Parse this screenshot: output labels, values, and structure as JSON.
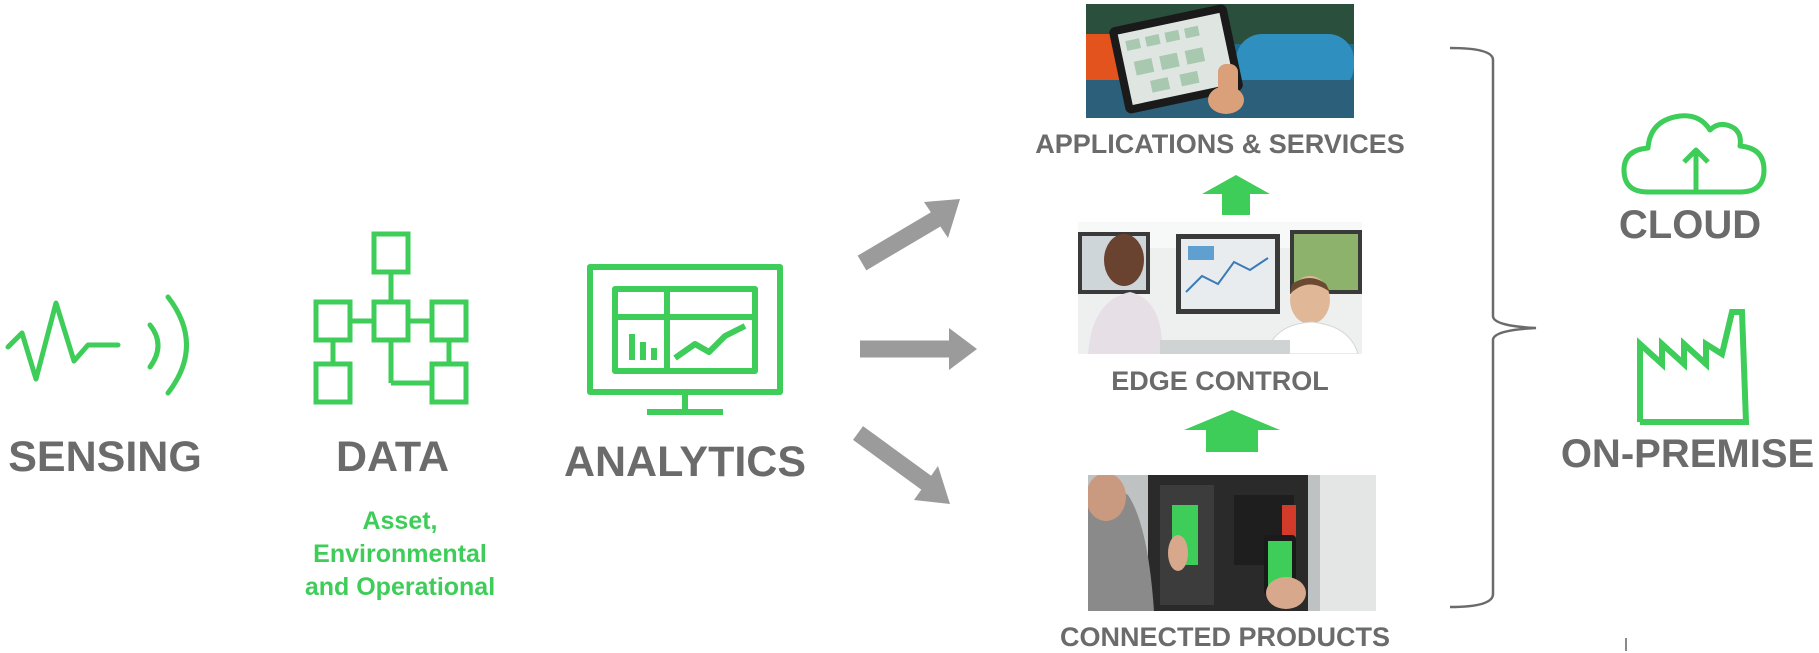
{
  "colors": {
    "accent": "#3dcd58",
    "label": "#6b6b6b",
    "arrow": "#9b9b9b"
  },
  "stages": {
    "sensing": {
      "label": "SENSING",
      "icon": "sensor-wave-icon"
    },
    "data": {
      "label": "DATA",
      "icon": "network-diagram-icon",
      "subtitle_lines": [
        "Asset,",
        "Environmental",
        "and Operational"
      ]
    },
    "analytics": {
      "label": "ANALYTICS",
      "icon": "dashboard-monitor-icon"
    }
  },
  "tiers": {
    "applications": {
      "label": "APPLICATIONS & SERVICES",
      "photo": "tablet-operator-photo"
    },
    "edge": {
      "label": "EDGE CONTROL",
      "photo": "control-room-photo"
    },
    "connected": {
      "label": "CONNECTED PRODUCTS",
      "photo": "breaker-smartphone-photo"
    }
  },
  "deployment": {
    "cloud": {
      "label": "CLOUD",
      "icon": "cloud-upload-icon"
    },
    "onpremise": {
      "label": "ON-PREMISE",
      "icon": "factory-icon"
    }
  }
}
